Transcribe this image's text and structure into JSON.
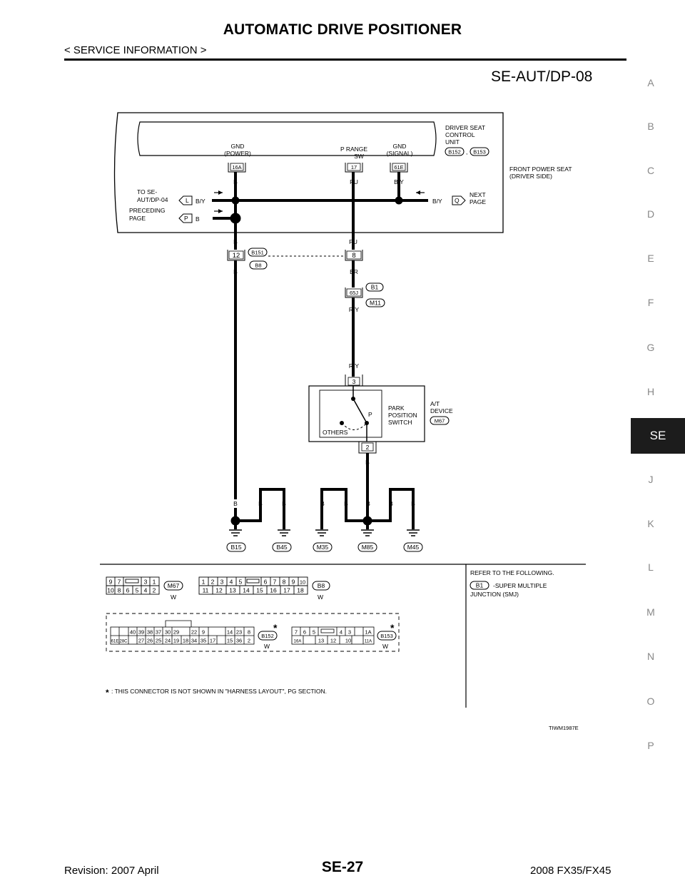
{
  "header": {
    "title": "AUTOMATIC DRIVE POSITIONER",
    "subtitle": "< SERVICE INFORMATION >",
    "diagram_code": "SE-AUT/DP-08"
  },
  "side_index": {
    "letters": [
      "A",
      "B",
      "C",
      "D",
      "E",
      "F",
      "G",
      "H",
      "SE",
      "J",
      "K",
      "L",
      "M",
      "N",
      "O",
      "P"
    ],
    "active": "SE"
  },
  "diagram": {
    "unit_label_1": "DRIVER SEAT",
    "unit_label_2": "CONTROL",
    "unit_label_3": "UNIT",
    "unit_conn_a": "B152",
    "unit_conn_sep": ",",
    "unit_conn_b": "B153",
    "front_seat_1": "FRONT POWER SEAT",
    "front_seat_2": "(DRIVER SIDE)",
    "gnd_power_1": "GND",
    "gnd_power_2": "(POWER)",
    "prange_1": "P RANGE",
    "prange_2": "SW",
    "gnd_signal_1": "GND",
    "gnd_signal_2": "(SIGNAL)",
    "term_16a": "16A",
    "term_17": "17",
    "term_61e": "61E",
    "w_b": "B",
    "w_pu": "PU",
    "w_by": "B/Y",
    "w_br": "BR",
    "w_ry": "R/Y",
    "to_se_1": "TO SE-",
    "to_se_2": "AUT/DP-04",
    "prev_1": "PRECEDING",
    "prev_2": "PAGE",
    "next_1": "NEXT",
    "next_2": "PAGE",
    "flag_l": "L",
    "flag_p": "P",
    "flag_q": "Q",
    "j_12": "12",
    "j_8": "8",
    "conn_b151": "B151",
    "conn_b8": "B8",
    "j_65j": "65J",
    "conn_b1": "B1",
    "conn_m11": "M11",
    "sw_pin_3": "3",
    "sw_pin_2": "2",
    "sw_p": "P",
    "sw_others": "OTHERS",
    "sw_label_1": "PARK",
    "sw_label_2": "POSITION",
    "sw_label_3": "SWITCH",
    "at_1": "A/T",
    "at_2": "DEVICE",
    "conn_m67": "M67",
    "grounds": [
      "B15",
      "B45",
      "M35",
      "M85",
      "M45"
    ]
  },
  "connectors": {
    "m67_top": [
      "9",
      "7",
      "3",
      "1"
    ],
    "m67_bottom": [
      "10",
      "8",
      "6",
      "5",
      "4",
      "2"
    ],
    "m67_label": "M67",
    "m67_color": "W",
    "b8_top": [
      "1",
      "2",
      "3",
      "4",
      "5",
      "6",
      "7",
      "8",
      "9",
      "10"
    ],
    "b8_bottom": [
      "11",
      "12",
      "13",
      "14",
      "15",
      "16",
      "17",
      "18"
    ],
    "b8_label": "B8",
    "b8_color": "W",
    "b152_top": [
      "40",
      "39",
      "38",
      "37",
      "30",
      "29",
      "22",
      "9",
      "14",
      "23",
      "8"
    ],
    "b152_bottom": [
      "61E",
      "28C",
      "27",
      "26",
      "25",
      "24",
      "19",
      "18",
      "34",
      "35",
      "17",
      "15",
      "36",
      "2"
    ],
    "b152_label": "B152",
    "b152_color": "W",
    "b153_top": [
      "7",
      "6",
      "5",
      "4",
      "3",
      "1A"
    ],
    "b153_bottom": [
      "16A",
      "13",
      "12",
      "10",
      "11A"
    ],
    "b153_label": "B153",
    "b153_color": "W",
    "asterisk": "*"
  },
  "notes": {
    "refer": "REFER TO THE FOLLOWING.",
    "b1_box": "B1",
    "b1_text": "-SUPER MULTIPLE",
    "b1_text2": "JUNCTION (SMJ)",
    "star_note": ": THIS CONNECTOR IS NOT SHOWN IN \"HARNESS LAYOUT\", PG SECTION.",
    "figure_id": "TIWM1987E"
  },
  "footer": {
    "revision": "Revision: 2007 April",
    "page": "SE-27",
    "model": "2008 FX35/FX45"
  }
}
